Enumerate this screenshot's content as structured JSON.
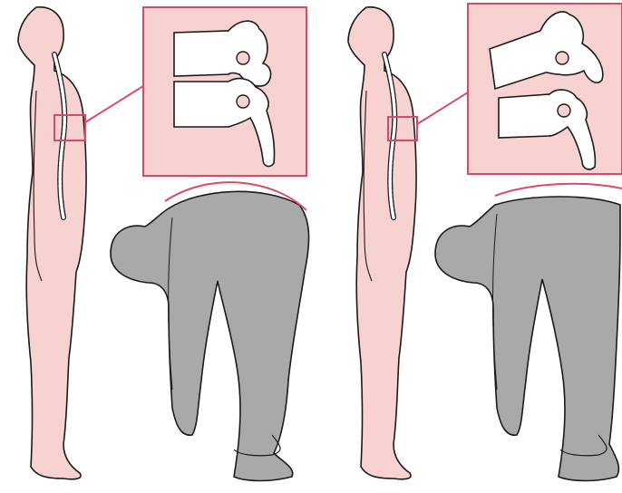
{
  "diagram": {
    "panels": [
      {
        "id": "normal",
        "standing_figure": "side-view-with-spine",
        "inset": "two-vertebrae-detail",
        "bending_figure": "forward-bend-rounded-back"
      },
      {
        "id": "stiff",
        "standing_figure": "side-view-with-spine",
        "inset": "two-vertebrae-detail",
        "bending_figure": "forward-bend-flat-back"
      }
    ],
    "colors": {
      "skin": "#f8d2d0",
      "outline": "#1a1a1a",
      "highlight": "#d94a67",
      "bent_body": "#a9a9a9",
      "bone": "#ffffff",
      "background": "#ffffff"
    }
  }
}
